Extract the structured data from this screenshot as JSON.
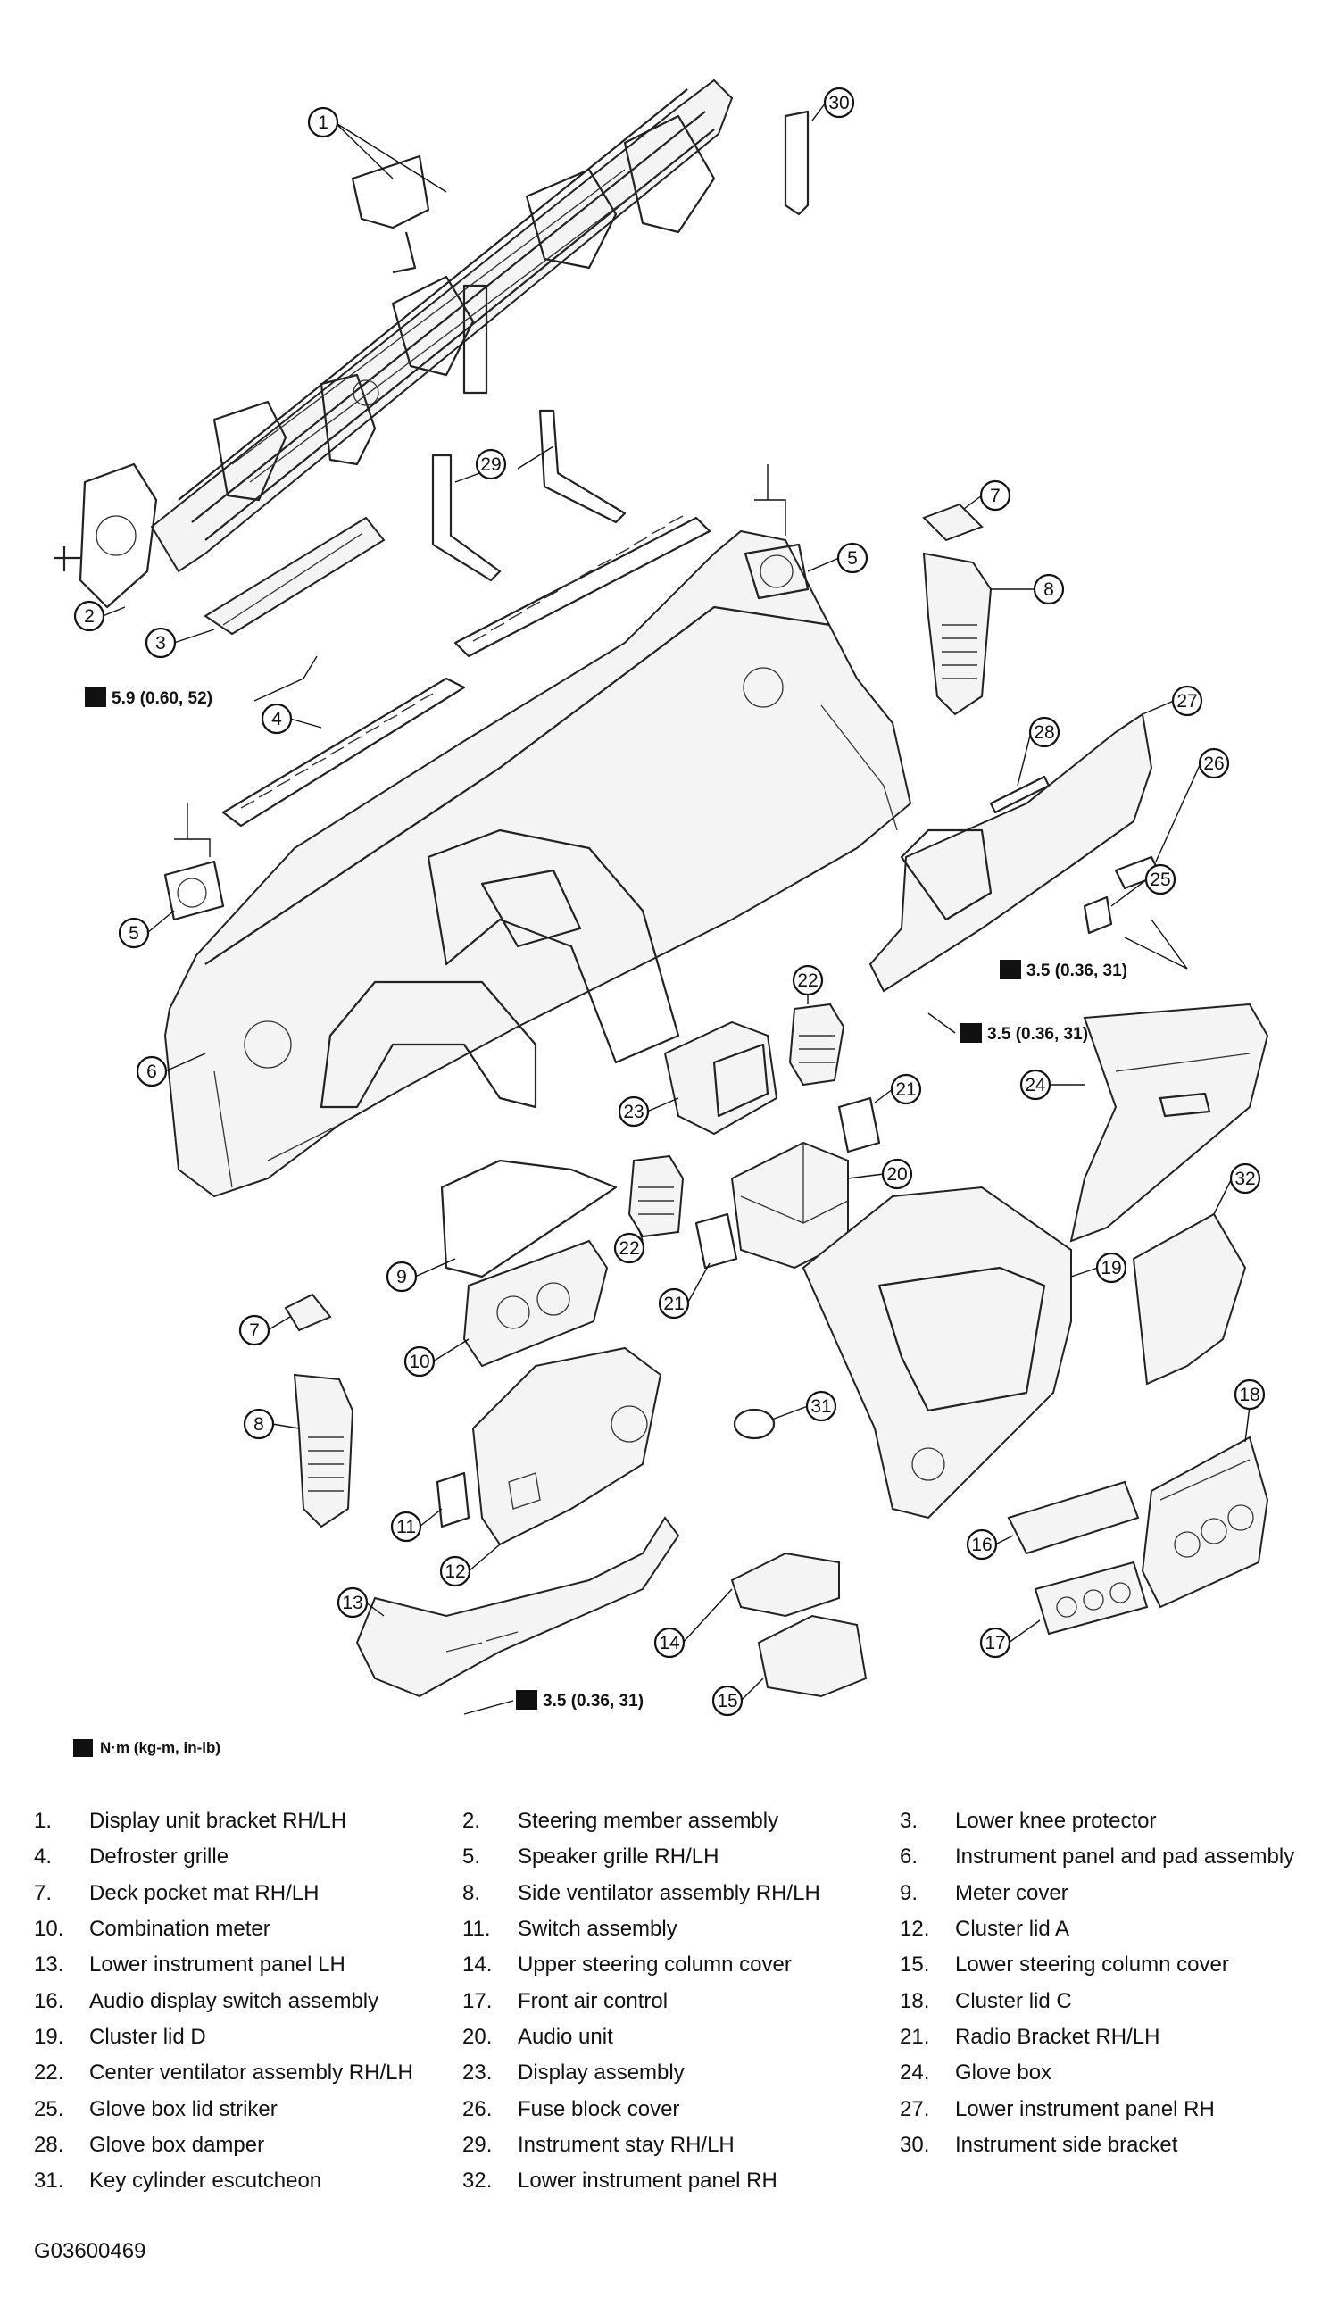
{
  "torque_key": "N·m (kg-m, in-lb)",
  "torque_values": [
    "5.9 (0.60, 52)",
    "3.5 (0.36, 31)",
    "3.5 (0.36, 31)",
    "3.5 (0.36, 31)"
  ],
  "callout_numbers": [
    "1",
    "30",
    "29",
    "5",
    "7",
    "8",
    "2",
    "3",
    "4",
    "28",
    "27",
    "26",
    "25",
    "5",
    "22",
    "6",
    "23",
    "21",
    "24",
    "20",
    "32",
    "9",
    "22",
    "19",
    "7",
    "21",
    "10",
    "8",
    "31",
    "18",
    "11",
    "12",
    "16",
    "13",
    "14",
    "17",
    "15"
  ],
  "legend": [
    [
      {
        "num": "1.",
        "label": "Display unit bracket RH/LH"
      },
      {
        "num": "2.",
        "label": "Steering member assembly"
      },
      {
        "num": "3.",
        "label": "Lower knee protector"
      }
    ],
    [
      {
        "num": "4.",
        "label": "Defroster grille"
      },
      {
        "num": "5.",
        "label": "Speaker grille RH/LH"
      },
      {
        "num": "6.",
        "label": "Instrument panel and pad assembly"
      }
    ],
    [
      {
        "num": "7.",
        "label": "Deck pocket mat RH/LH"
      },
      {
        "num": "8.",
        "label": "Side ventilator assembly RH/LH"
      },
      {
        "num": "9.",
        "label": "Meter cover"
      }
    ],
    [
      {
        "num": "10.",
        "label": "Combination meter"
      },
      {
        "num": "11.",
        "label": "Switch assembly"
      },
      {
        "num": "12.",
        "label": "Cluster lid A"
      }
    ],
    [
      {
        "num": "13.",
        "label": "Lower instrument panel LH"
      },
      {
        "num": "14.",
        "label": "Upper steering column cover"
      },
      {
        "num": "15.",
        "label": "Lower steering column cover"
      }
    ],
    [
      {
        "num": "16.",
        "label": "Audio display switch assembly"
      },
      {
        "num": "17.",
        "label": "Front air control"
      },
      {
        "num": "18.",
        "label": "Cluster lid C"
      }
    ],
    [
      {
        "num": "19.",
        "label": "Cluster lid D"
      },
      {
        "num": "20.",
        "label": "Audio unit"
      },
      {
        "num": "21.",
        "label": "Radio Bracket RH/LH"
      }
    ],
    [
      {
        "num": "22.",
        "label": "Center ventilator assembly RH/LH"
      },
      {
        "num": "23.",
        "label": "Display assembly"
      },
      {
        "num": "24.",
        "label": "Glove box"
      }
    ],
    [
      {
        "num": "25.",
        "label": "Glove box lid striker"
      },
      {
        "num": "26.",
        "label": "Fuse block cover"
      },
      {
        "num": "27.",
        "label": "Lower instrument panel RH"
      }
    ],
    [
      {
        "num": "28.",
        "label": "Glove box damper"
      },
      {
        "num": "29.",
        "label": "Instrument stay RH/LH"
      },
      {
        "num": "30.",
        "label": "Instrument side bracket"
      }
    ],
    [
      {
        "num": "31.",
        "label": "Key cylinder escutcheon"
      },
      {
        "num": "32.",
        "label": "Lower instrument panel RH"
      },
      {
        "num": "",
        "label": ""
      }
    ]
  ],
  "image_code": "G03600469"
}
